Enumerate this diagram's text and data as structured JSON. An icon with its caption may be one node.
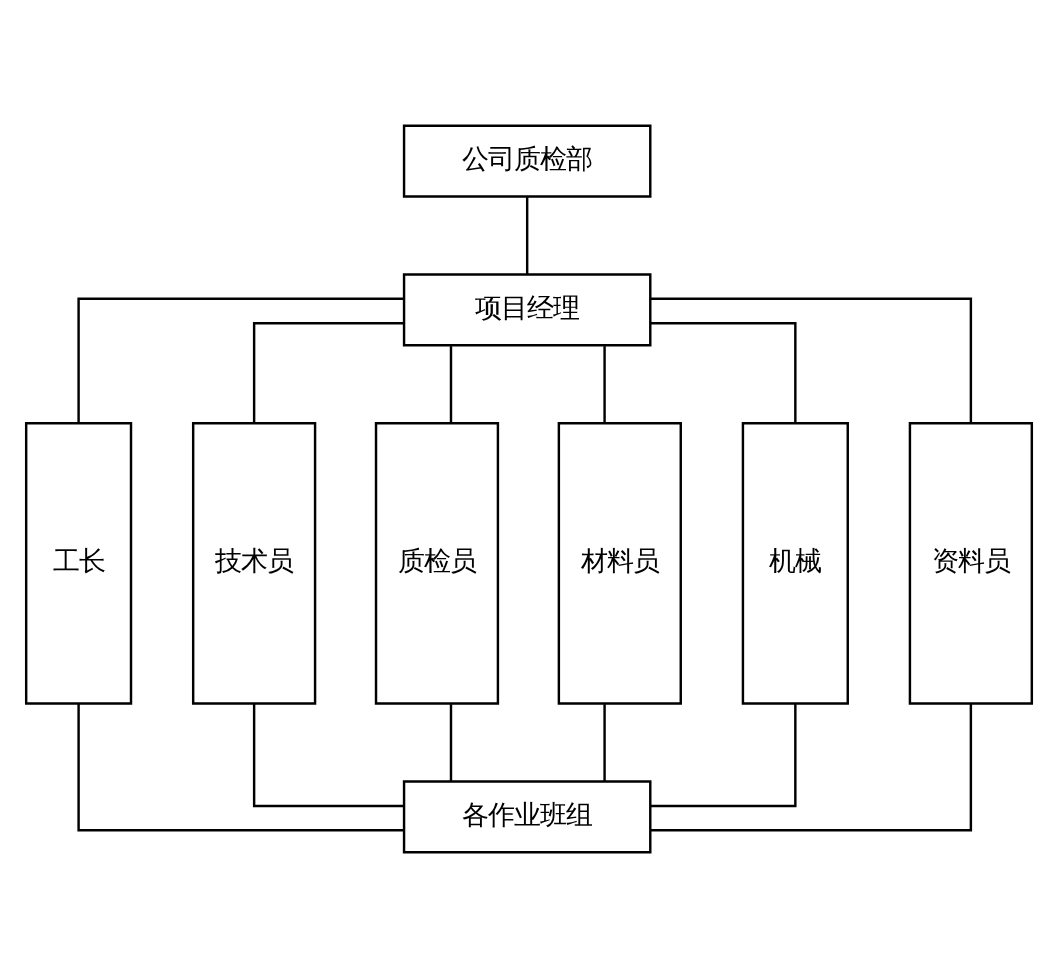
{
  "diagram": {
    "nodes": [
      {
        "text": [
          "公司质检部"
        ]
      },
      {
        "text": [
          "项目经理"
        ]
      },
      {
        "text": [
          "工长"
        ]
      },
      {
        "text": [
          "技术员"
        ]
      },
      {
        "text": [
          "质检员"
        ]
      },
      {
        "text": [
          "材料员"
        ]
      },
      {
        "text": [
          "机械"
        ]
      },
      {
        "text": [
          "资料员"
        ]
      },
      {
        "text": [
          "各作业班组"
        ]
      }
    ],
    "edges": [
      {
        "from": 0,
        "to": 1,
        "arrow": "none"
      },
      {
        "from": 1,
        "to": 2,
        "arrow": "none"
      },
      {
        "from": 1,
        "to": 3,
        "arrow": "none"
      },
      {
        "from": 1,
        "to": 4,
        "arrow": "none"
      },
      {
        "from": 1,
        "to": 5,
        "arrow": "none"
      },
      {
        "from": 1,
        "to": 6,
        "arrow": "none"
      },
      {
        "from": 1,
        "to": 7,
        "arrow": "none"
      },
      {
        "from": 2,
        "to": 8,
        "arrow": "none"
      },
      {
        "from": 3,
        "to": 8,
        "arrow": "none"
      },
      {
        "from": 4,
        "to": 8,
        "arrow": "none"
      },
      {
        "from": 5,
        "to": 8,
        "arrow": "none"
      },
      {
        "from": 6,
        "to": 8,
        "arrow": "none"
      },
      {
        "from": 7,
        "to": 8,
        "arrow": "none"
      }
    ]
  }
}
